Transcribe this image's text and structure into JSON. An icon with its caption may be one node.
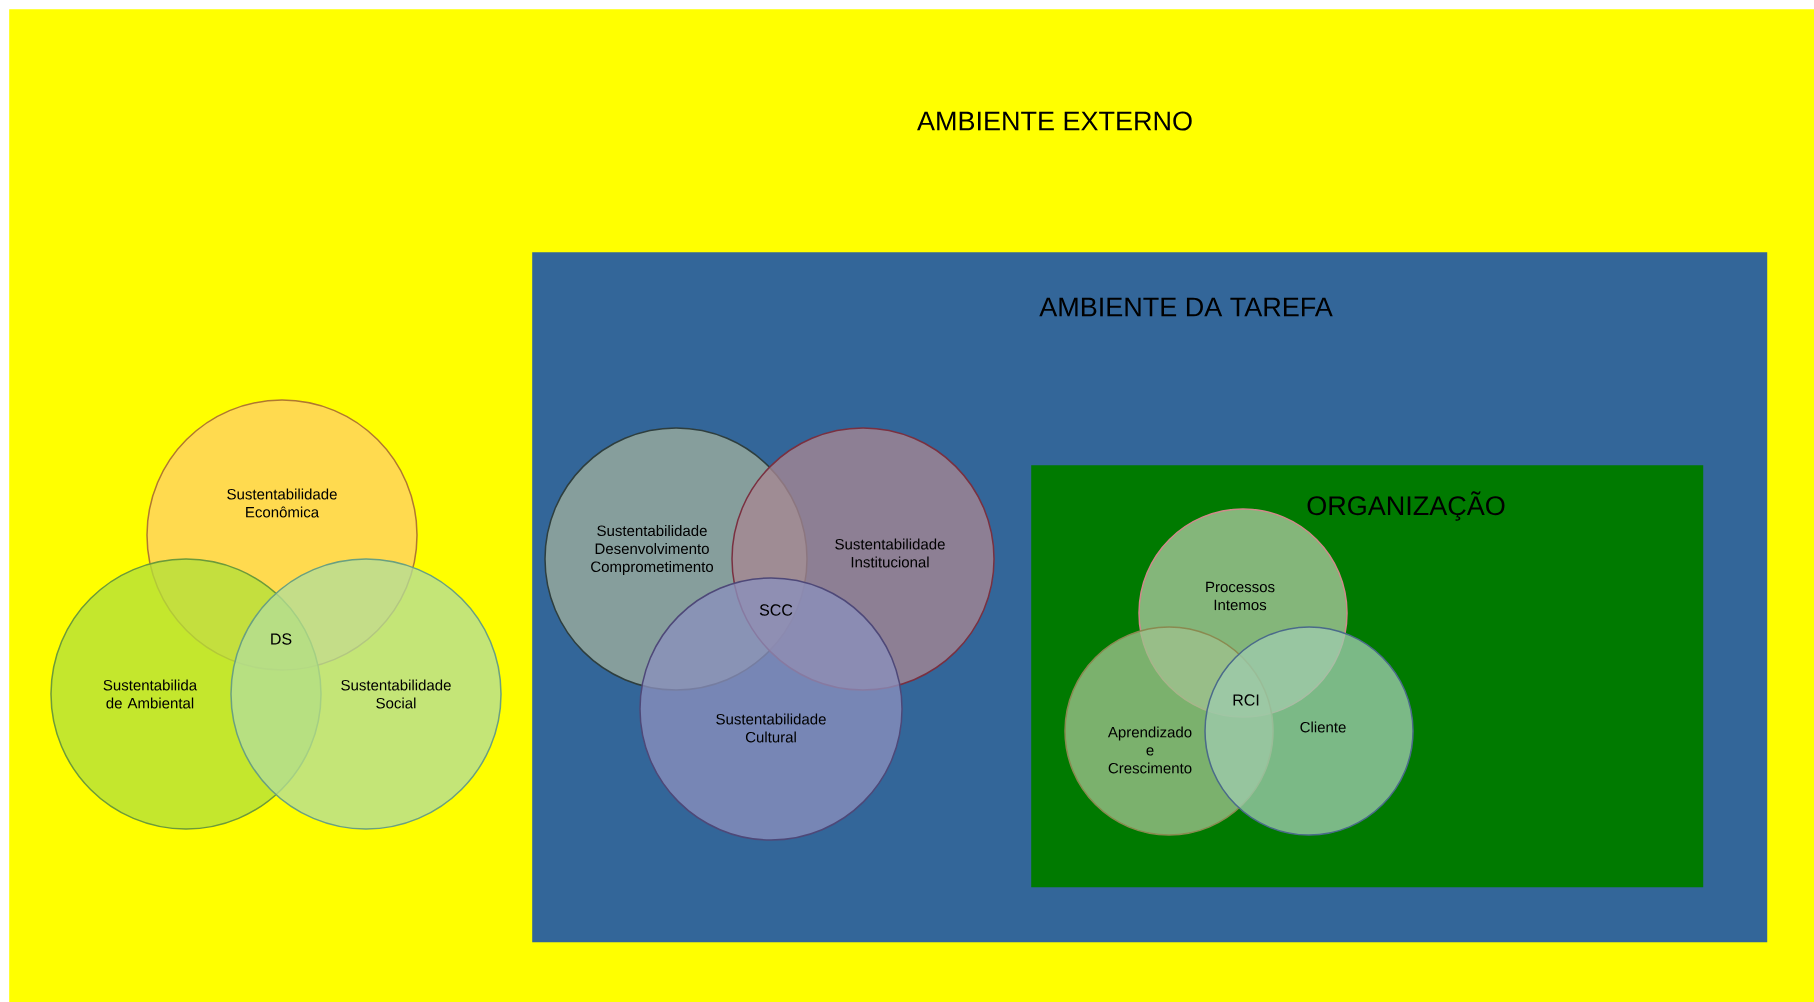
{
  "diagram": {
    "nodes": [
      {
        "text": [
          "AMBIENTE EXTERNO"
        ]
      },
      {
        "text": [
          "Sustentabilidade Econômica"
        ],
        "in": 0
      },
      {
        "text": [
          "Sustentabilida de Ambiental"
        ],
        "in": 0
      },
      {
        "text": [
          "Sustentabilidade Social"
        ],
        "in": 0
      },
      {
        "text": [
          "AMBIENTE DA TAREFA"
        ],
        "in": 0
      },
      {
        "text": [
          "Sustentabilidade Desenvolvimento Comprometimento"
        ],
        "in": 4
      },
      {
        "text": [
          "Sustentabilidade Institucional"
        ],
        "in": 4
      },
      {
        "text": [
          "Sustentabilidade Cultural"
        ],
        "in": 4
      },
      {
        "text": [
          "ORGANIZAÇÃO"
        ],
        "in": 4
      },
      {
        "text": [
          "Processos Intemos"
        ],
        "in": 8
      },
      {
        "text": [
          "Aprendizado e Crescimento"
        ],
        "in": 8
      },
      {
        "text": [
          "Cliente"
        ],
        "in": 8
      }
    ],
    "edges": [],
    "labels": [
      "DS",
      "SCC",
      "RCI"
    ]
  }
}
